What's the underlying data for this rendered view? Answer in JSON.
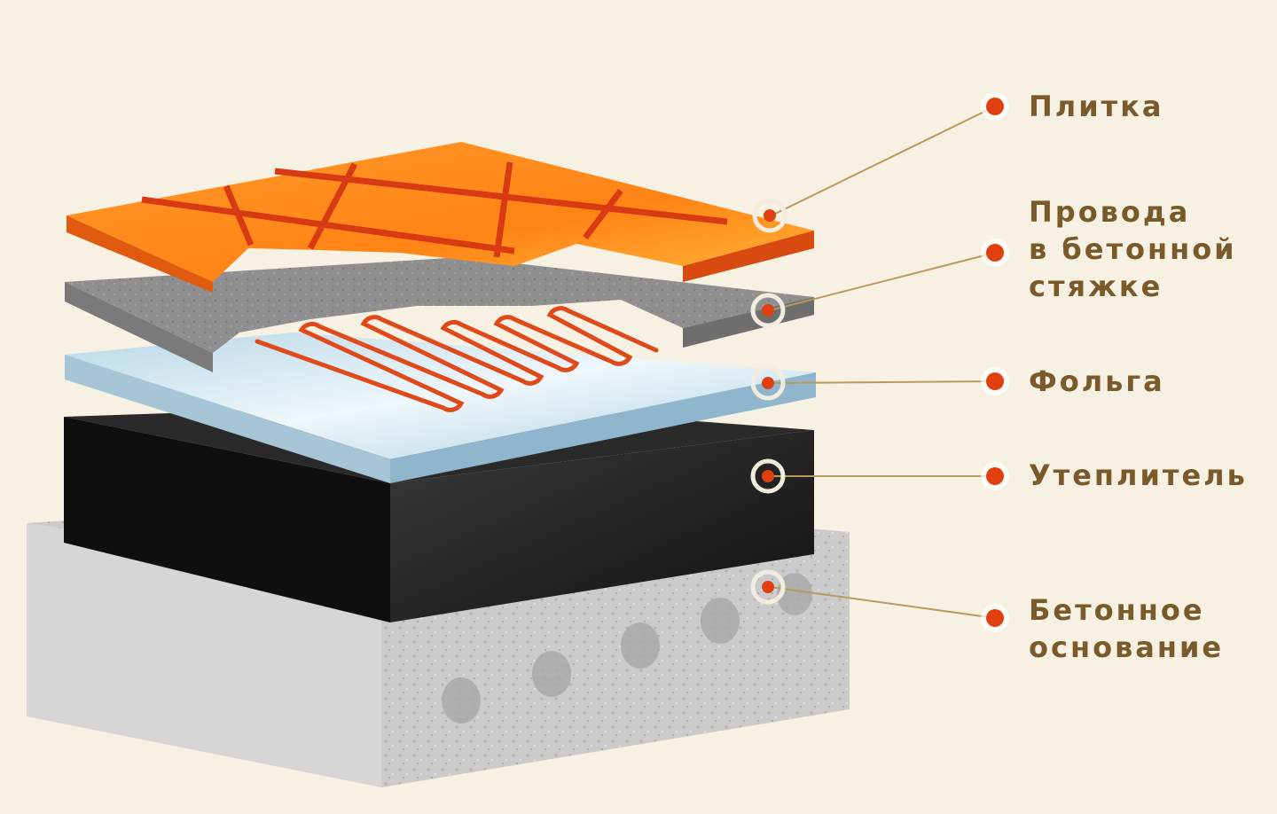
{
  "colors": {
    "background": "#f6f1e2",
    "label_text": "#7a5a2a",
    "leader_line": "#b99a5c",
    "marker_dot": "#e0400f",
    "tile": "#ff8a1a",
    "tile_grout": "#d83a14",
    "screed": "#8d8d8d",
    "heating_wire": "#e04a1a",
    "foil": "#cfe6f2",
    "insulation": "#1c1c1c",
    "concrete_base": "#c9c9c9"
  },
  "layers": [
    {
      "id": "tile",
      "lines": [
        "Плитка"
      ]
    },
    {
      "id": "screed",
      "lines": [
        "Провода",
        "в бетонной",
        "стяжке"
      ]
    },
    {
      "id": "foil",
      "lines": [
        "Фольга"
      ]
    },
    {
      "id": "insulation",
      "lines": [
        "Утеплитель"
      ]
    },
    {
      "id": "base",
      "lines": [
        "Бетонное",
        "основание"
      ]
    }
  ]
}
